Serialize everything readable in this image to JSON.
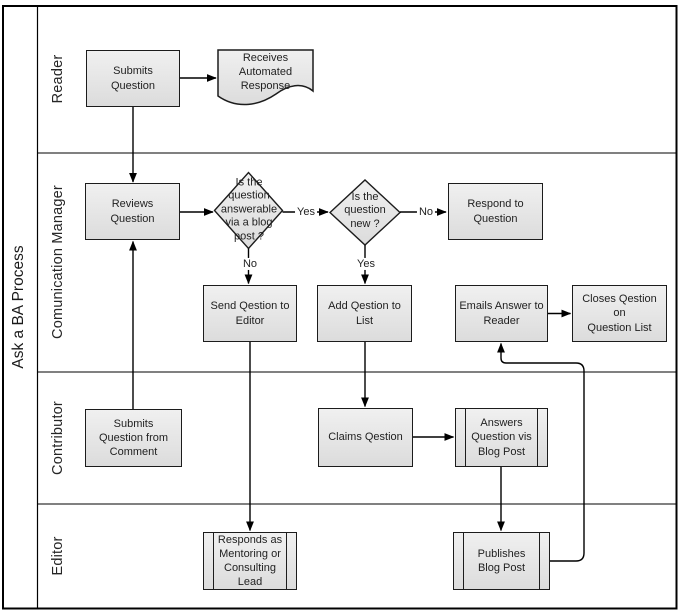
{
  "title": "Ask a BA Process",
  "lanes": [
    {
      "label": "Reader"
    },
    {
      "label": "Comunication Manager"
    },
    {
      "label": "Contributor"
    },
    {
      "label": "Editor"
    }
  ],
  "nodes": {
    "submits_question": {
      "label": "Submits\nQuestion",
      "type": "process",
      "lane": "Reader"
    },
    "receives_automated_response": {
      "label": "Receives\nAutomated\nResponse",
      "type": "document",
      "lane": "Reader"
    },
    "reviews_question": {
      "label": "Reviews\nQuestion",
      "type": "process",
      "lane": "Comunication Manager"
    },
    "is_question_answerable": {
      "label": "Is the\nquestion\nanswerable\nvia a blog\npost ?",
      "type": "decision",
      "lane": "Comunication Manager"
    },
    "is_question_new": {
      "label": "Is the\nquestion\nnew ?",
      "type": "decision",
      "lane": "Comunication Manager"
    },
    "respond_to_question": {
      "label": "Respond to\nQuestion",
      "type": "process",
      "lane": "Comunication Manager"
    },
    "send_qestion_to_editor": {
      "label": "Send Qestion to\nEditor",
      "type": "process",
      "lane": "Comunication Manager"
    },
    "add_qestion_to_list": {
      "label": "Add Qestion to List",
      "type": "process",
      "lane": "Comunication Manager"
    },
    "emails_answer_to_reader": {
      "label": "Emails Answer to\nReader",
      "type": "process",
      "lane": "Comunication Manager"
    },
    "closes_qestion_on_question_list": {
      "label": "Closes Qestion on\nQuestion List",
      "type": "process",
      "lane": "Comunication Manager"
    },
    "submits_question_from_comment": {
      "label": "Submits\nQuestion from\nComment",
      "type": "process",
      "lane": "Contributor"
    },
    "claims_qestion": {
      "label": "Claims Qestion",
      "type": "process",
      "lane": "Contributor"
    },
    "answers_question_vis_blog_post": {
      "label": "Answers\nQuestion vis\nBlog Post",
      "type": "predefined-process",
      "lane": "Contributor"
    },
    "responds_as_mentoring": {
      "label": "Responds as\nMentoring or\nConsulting\nLead",
      "type": "predefined-process",
      "lane": "Editor"
    },
    "publishes_blog_post": {
      "label": "Publishes\nBlog Post",
      "type": "predefined-process",
      "lane": "Editor"
    }
  },
  "edge_labels": {
    "answerable_yes": "Yes",
    "answerable_no": "No",
    "new_no": "No",
    "new_yes": "Yes"
  },
  "colors": {
    "background": "#ffffff",
    "line": "#1c1c1c",
    "shape_fill_light": "#f0f0f0",
    "shape_fill_dark": "#dcdcdc",
    "text": "#1f1f1f"
  }
}
